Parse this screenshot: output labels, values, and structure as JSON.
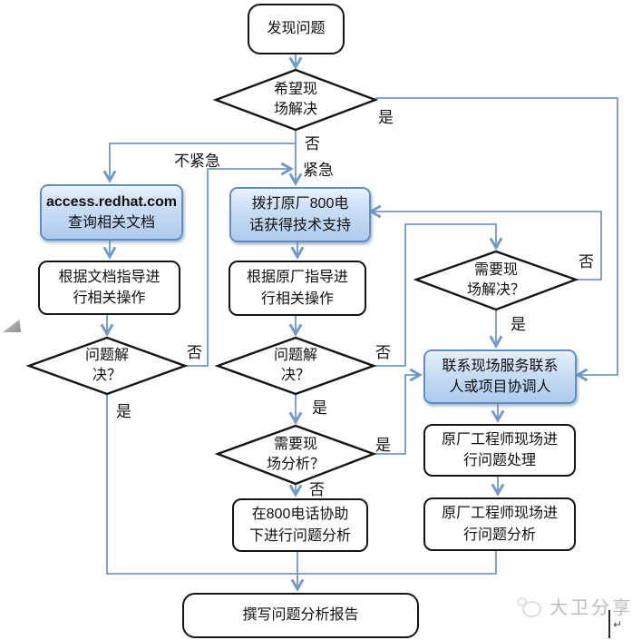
{
  "colors": {
    "connector_blue": "#7098c8",
    "shape_border_black": "#141414",
    "blue_box_border": "#5f8cc4",
    "blue_box_fill_top": "#e7f1fc",
    "blue_box_fill_bottom": "#aecbed",
    "watermark_gray": "#bcbcbc"
  },
  "nodes": {
    "start": {
      "lines": [
        "发现问题",
        ""
      ]
    },
    "d1": {
      "lines": [
        "希望现",
        "场解决"
      ]
    },
    "box_a1": {
      "lines": [
        "access.redhat.com",
        "查询相关文档"
      ]
    },
    "box_a2": {
      "lines": [
        "根据文档指导进",
        "行相关操作"
      ]
    },
    "d2": {
      "lines": [
        "问题解",
        "决？"
      ]
    },
    "box_b1": {
      "lines": [
        "拨打原厂800电",
        "话获得技术支持"
      ]
    },
    "box_b2": {
      "lines": [
        "根据原厂指导进",
        "行相关操作"
      ]
    },
    "d3": {
      "lines": [
        "问题解",
        "决？"
      ]
    },
    "d4": {
      "lines": [
        "需要现",
        "场分析？"
      ]
    },
    "box_b3": {
      "lines": [
        "在800电话协助",
        "下进行问题分析"
      ]
    },
    "d5": {
      "lines": [
        "需要现",
        "场解决？"
      ]
    },
    "box_c1": {
      "lines": [
        "联系现场服务联系",
        "人或项目协调人"
      ]
    },
    "box_c2": {
      "lines": [
        "原厂工程师现场进",
        "行问题处理"
      ]
    },
    "box_c3": {
      "lines": [
        "原厂工程师现场进",
        "行问题分析"
      ]
    },
    "end": {
      "lines": [
        "撰写问题分析报告",
        ""
      ]
    }
  },
  "edge_labels": {
    "d1_yes": "是",
    "d1_no": "否",
    "urgent": "紧急",
    "not_urgent": "不紧急",
    "d2_no": "否",
    "d2_yes": "是",
    "d3_no": "否",
    "d3_yes": "是",
    "d4_yes": "是",
    "d4_no": "否",
    "d5_no": "否",
    "d5_yes": "是"
  },
  "watermark": {
    "brand": "大卫分享",
    "return_mark": "↵"
  }
}
